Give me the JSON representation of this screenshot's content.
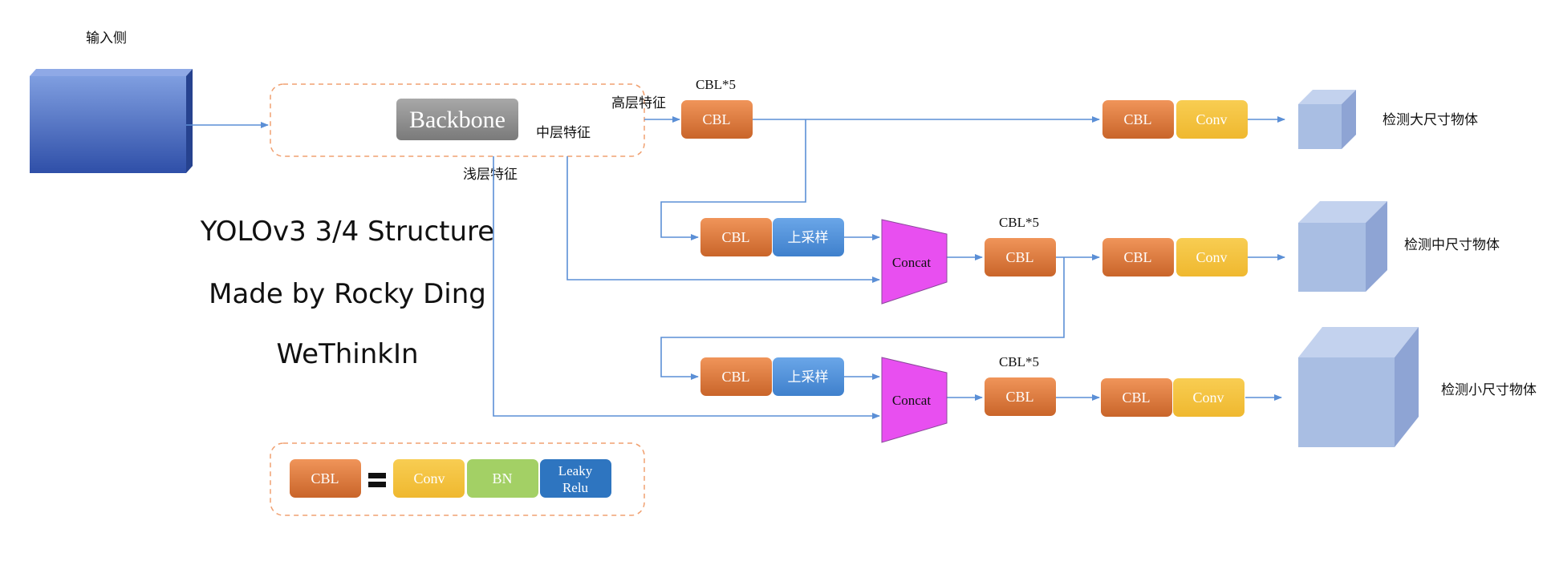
{
  "labels": {
    "input_side": "输入侧",
    "backbone": "Backbone",
    "high_feature": "高层特征",
    "mid_feature": "中层特征",
    "low_feature": "浅层特征",
    "cbl5_top": "CBL*5",
    "cbl5_mid": "CBL*5",
    "cbl5_bottom": "CBL*5",
    "cbl": "CBL",
    "conv": "Conv",
    "upsample": "上采样",
    "concat": "Concat",
    "bn": "BN",
    "leaky_relu_line1": "Leaky",
    "leaky_relu_line2": "Relu",
    "detect_large": "检测大尺寸物体",
    "detect_medium": "检测中尺寸物体",
    "detect_small": "检测小尺寸物体"
  },
  "title": {
    "line1": "YOLOv3 3/4 Structure",
    "line2": "Made by Rocky Ding",
    "line3": "WeThinkIn"
  },
  "colors": {
    "cbl": "#E07B39",
    "conv": "#F4C242",
    "upsample": "#4A90D9",
    "concat": "#E84FF0",
    "bn": "#A3D065",
    "leaky": "#2E75C0",
    "cube": "#A9BEE3",
    "input_block": "#3D62B8",
    "arrow": "#5B8FD6",
    "dashed": "#F0A070"
  }
}
